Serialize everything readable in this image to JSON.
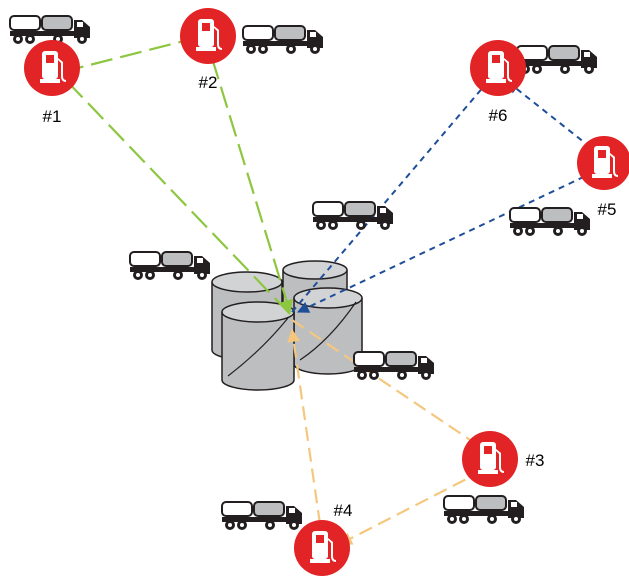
{
  "diagram": {
    "stations": [
      {
        "id": "1",
        "label": "#1"
      },
      {
        "id": "2",
        "label": "#2"
      },
      {
        "id": "3",
        "label": "#3"
      },
      {
        "id": "4",
        "label": "#4"
      },
      {
        "id": "5",
        "label": "#5"
      },
      {
        "id": "6",
        "label": "#6"
      }
    ],
    "routes": [
      {
        "name": "green",
        "color": "#8dc63f",
        "stops": [
          "depot",
          "1",
          "2",
          "depot"
        ]
      },
      {
        "name": "blue",
        "color": "#1f4e99",
        "stops": [
          "depot",
          "6",
          "5",
          "depot"
        ]
      },
      {
        "name": "orange",
        "color": "#f5c77e",
        "stops": [
          "depot",
          "3",
          "4",
          "depot"
        ]
      }
    ],
    "icons": {
      "station": "fuel-pump-icon",
      "truck": "tanker-truck-icon",
      "depot": "storage-tanks-icon"
    },
    "colors": {
      "station_fill": "#e32426",
      "truck_dark": "#231f20",
      "tank_fill": "#bcbec0"
    }
  }
}
